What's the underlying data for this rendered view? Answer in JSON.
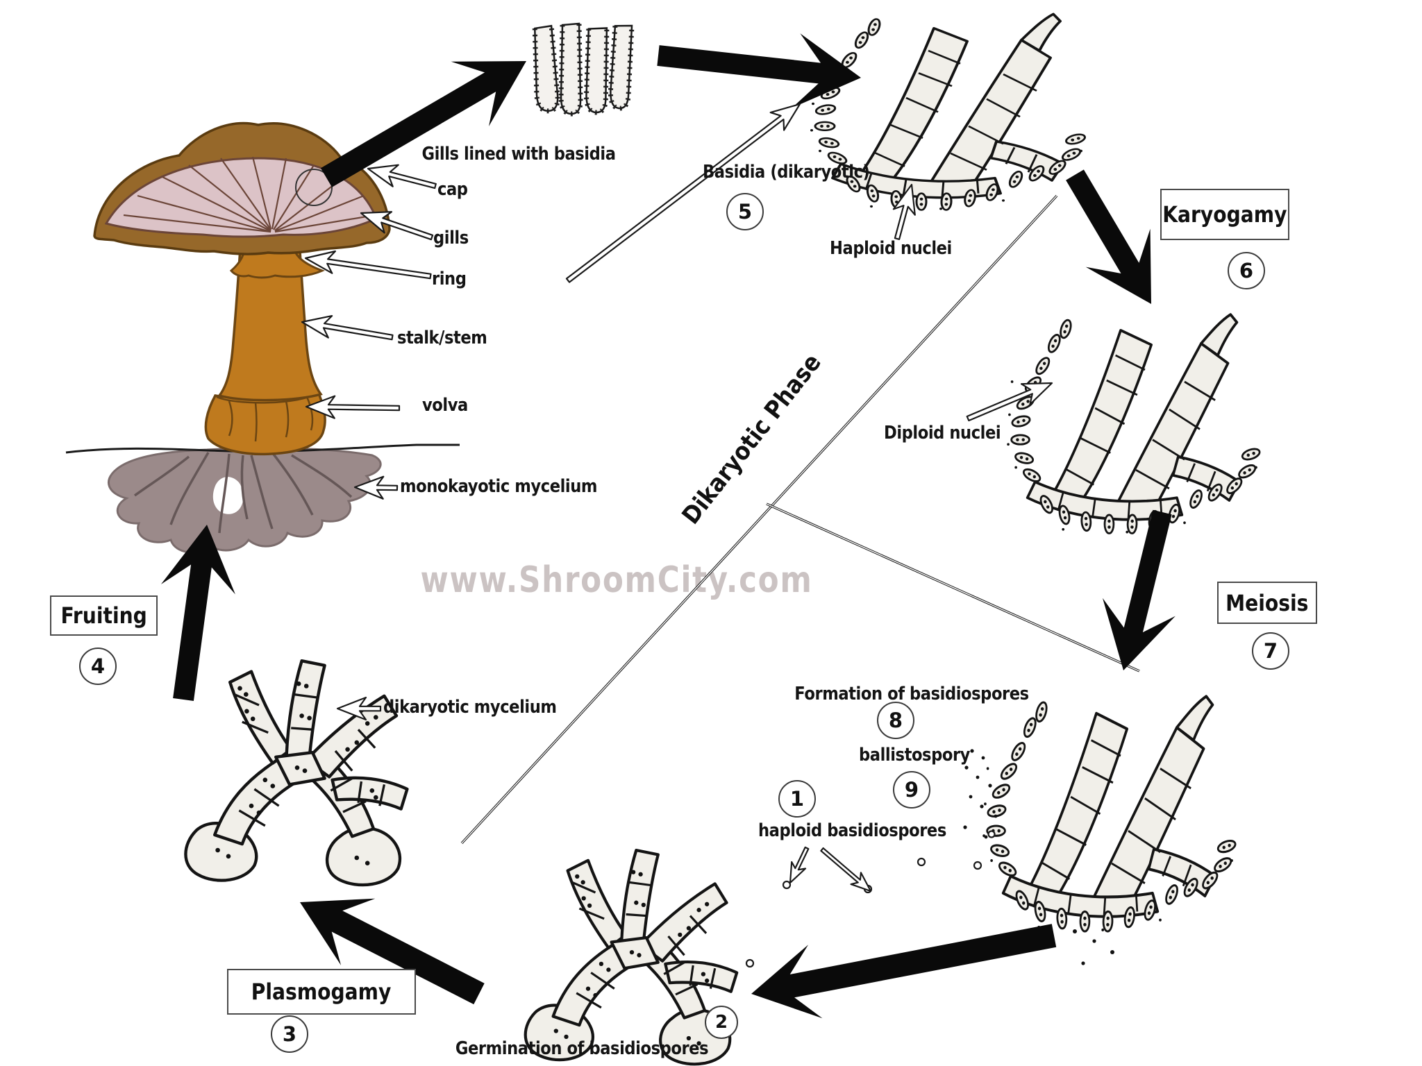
{
  "watermark": "www.ShroomCity.com",
  "phase_label": "Dikaryotic Phase",
  "anatomy_labels": {
    "cap": "cap",
    "gills": "gills",
    "ring": "ring",
    "stalk_stem": "stalk/stem",
    "volva": "volva",
    "mycelium": "monokayotic mycelium"
  },
  "stage_labels": {
    "gills_lined": "Gills lined with basidia",
    "basidia": "Basidia (dikaryotic)",
    "haploid_nuclei": "Haploid nuclei",
    "karyogamy": "Karyogamy",
    "diploid_nuclei": "Diploid nuclei",
    "meiosis": "Meiosis",
    "formation": "Formation of basidiospores",
    "ballistospory": "ballistospory",
    "haploid_basidiospores": "haploid basidiospores",
    "germination": "Germination of basidiospores",
    "plasmogamy": "Plasmogamy",
    "fruiting": "Fruiting",
    "dikaryotic_mycelium": "dikaryotic mycelium"
  },
  "step_numbers": {
    "step1": "1",
    "step2": "2",
    "step3": "3",
    "step4": "4",
    "step5": "5",
    "step6": "6",
    "step7": "7",
    "step8": "8",
    "step9": "9"
  },
  "colors": {
    "cap_brown": "#96682a",
    "gill_pink": "#dcc3c7",
    "stem_orange": "#bf7a1e",
    "root_gray": "#9b8a8a",
    "ink": "#111111",
    "watermark_gray": "#cbc3c3"
  }
}
